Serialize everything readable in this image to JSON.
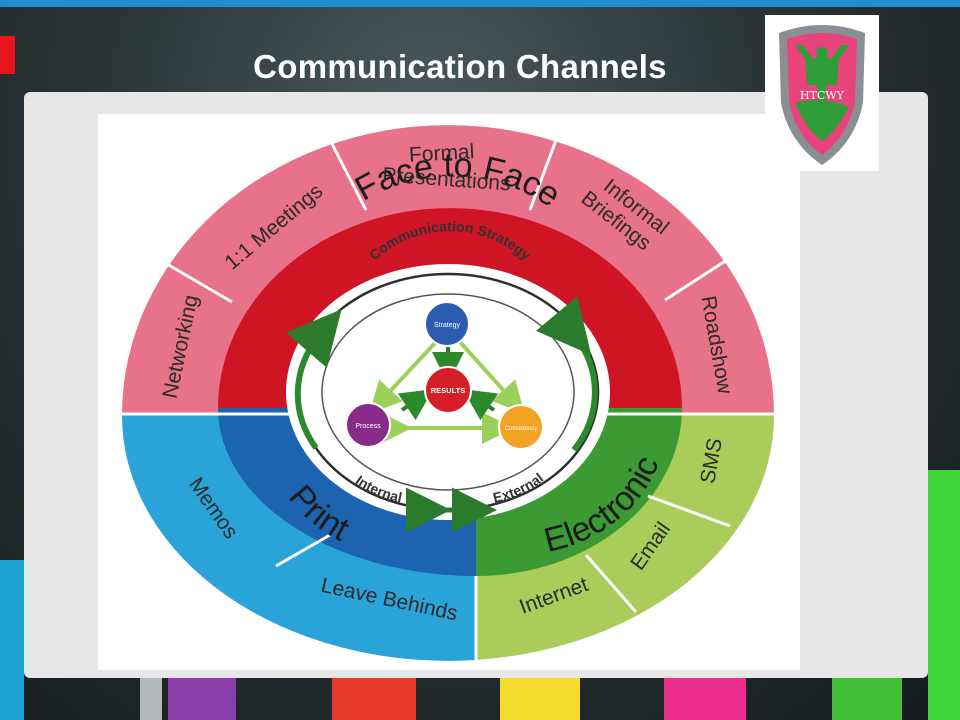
{
  "slide": {
    "title": "Communication Channels"
  },
  "logo": {
    "text": "HTCWY"
  },
  "diagram": {
    "core": {
      "ring_label": "Communication Strategy",
      "results": "RESULTS",
      "strategy": "Strategy",
      "process": "Process",
      "consistency": "Consistency",
      "internal": "Internal",
      "external": "External"
    },
    "categories": {
      "face_to_face": "Face to Face",
      "print": "Print",
      "electronic": "Electronic"
    },
    "channels": {
      "networking": "Networking",
      "meetings": "1:1 Meetings",
      "formal_presentations_1": "Formal",
      "formal_presentations_2": "Presentations",
      "informal_briefings_1": "Informal",
      "informal_briefings_2": "Briefings",
      "roadshow": "Roadshow",
      "memos": "Memos",
      "leave_behinds": "Leave Behinds",
      "internet": "Internet",
      "email": "Email",
      "sms": "SMS"
    },
    "colors": {
      "pink": "#e8728a",
      "red": "#cf1424",
      "blue": "#1c63b0",
      "light_blue": "#2aa3d8",
      "green": "#3b9a34",
      "light_green": "#a9cc5a",
      "strategy_node": "#2b5cae",
      "results_node": "#d41f26",
      "process_node": "#8a2a8a",
      "consistency_node": "#f2a324"
    }
  }
}
